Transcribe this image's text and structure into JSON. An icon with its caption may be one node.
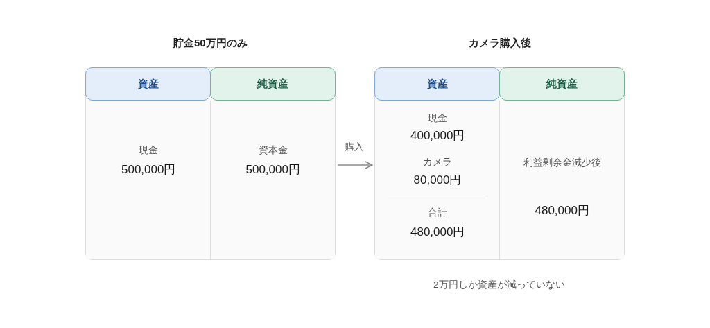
{
  "diagram": {
    "nodes": [
      {
        "text": [
          "貯金50万円のみ"
        ]
      },
      {
        "text": [
          "資産"
        ],
        "in": 0
      },
      {
        "text": [
          "純資産"
        ],
        "in": 0
      },
      {
        "text": [
          "現金",
          "500,000円"
        ],
        "in": 0
      },
      {
        "text": [
          "資本金",
          "500,000円"
        ],
        "in": 0
      },
      {
        "text": [
          "カメラ購入後"
        ]
      },
      {
        "text": [
          "資産"
        ],
        "in": 5
      },
      {
        "text": [
          "純資産"
        ],
        "in": 5
      },
      {
        "text": [
          "現金",
          "400,000円",
          "カメラ",
          "80,000円",
          "合計",
          "480,000円"
        ],
        "in": 5
      },
      {
        "text": [
          "利益剰余金減少後",
          "480,000円"
        ],
        "in": 5
      }
    ],
    "edges": [
      {
        "from": 0,
        "to": 5,
        "arrow": "to",
        "label": "購入"
      }
    ],
    "labels": [
      "2万円しか資産が減っていない"
    ]
  }
}
